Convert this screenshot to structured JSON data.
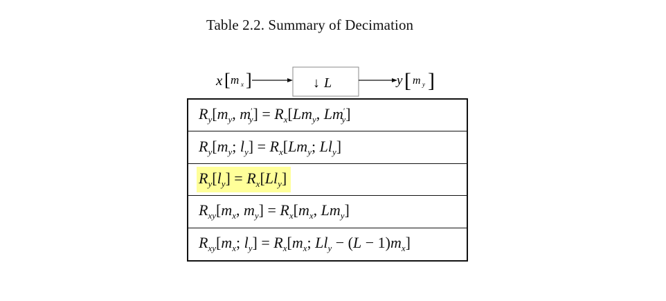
{
  "caption": "Table 2.2. Summary of Decimation",
  "diagram": {
    "input_label": "x",
    "input_sub": "x",
    "input_index": "m",
    "block_label": "↓L",
    "output_label": "y",
    "output_index": "m",
    "output_sub": "y"
  },
  "rows": [
    {
      "formula": "R_y[m_y, m'_y] = R_x[Lm_y, Lm'_y]",
      "highlighted": false
    },
    {
      "formula": "R_y[m_y; l_y] = R_x[Lm_y; Ll_y]",
      "highlighted": false
    },
    {
      "formula": "R_y[l_y] = R_x[Ll_y]",
      "highlighted": true
    },
    {
      "formula": "R_xy[m_x, m_y] = R_x[m_x, Lm_y]",
      "highlighted": false
    },
    {
      "formula": "R_xy[m_x; l_y] = R_x[m_x; Ll_y − (L − 1)m_x]",
      "highlighted": false
    }
  ],
  "colors": {
    "highlight": "#ffff99",
    "border": "#111111"
  }
}
